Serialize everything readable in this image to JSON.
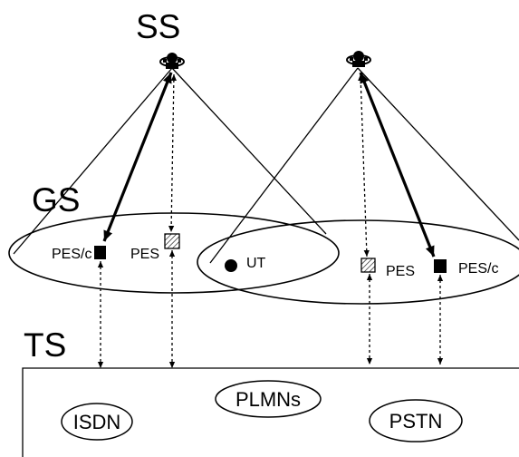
{
  "segments": {
    "space": "SS",
    "ground": "GS",
    "terrestrial": "TS"
  },
  "ground_labels": {
    "pes_c_left": "PES/c",
    "pes_left": "PES",
    "ut": "UT",
    "pes_right": "PES",
    "pes_c_right": "PES/c"
  },
  "networks": {
    "isdn": "ISDN",
    "plmns": "PLMNs",
    "pstn": "PSTN"
  },
  "icons": {
    "satellite": "satellite-icon",
    "controlled_earth_station": "solid-square-station-icon",
    "earth_station": "hatched-square-station-icon",
    "user_terminal": "solid-dot-terminal-icon"
  },
  "colors": {
    "ink": "#000000",
    "background": "#ffffff"
  }
}
